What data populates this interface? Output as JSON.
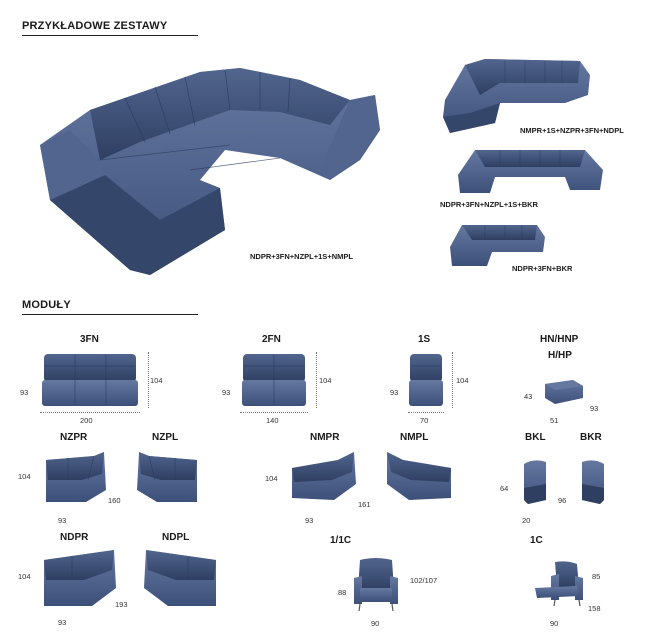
{
  "headings": {
    "sets": "PRZYKŁADOWE ZESTAWY",
    "modules": "MODUŁY"
  },
  "sets": {
    "main": "NDPR+3FN+NZPL+1S+NMPL",
    "set2": "NMPR+1S+NZPR+3FN+NDPL",
    "set3": "NDPR+3FN+NZPL+1S+BKR",
    "set4": "NDPR+3FN+BKR"
  },
  "modules": {
    "m3fn": {
      "code": "3FN",
      "depth": "93",
      "width": "200",
      "height": "104"
    },
    "m2fn": {
      "code": "2FN",
      "depth": "93",
      "width": "140",
      "height": "104"
    },
    "m1s": {
      "code": "1S",
      "depth": "93",
      "width": "70",
      "height": "104"
    },
    "hn": {
      "code": "HN/HNP",
      "code2": "H/HP",
      "height": "43",
      "width": "51",
      "depth": "93"
    },
    "nzpr": {
      "code": "NZPR"
    },
    "nzpl": {
      "code": "NZPL"
    },
    "nz_dims": {
      "height": "104",
      "width": "93",
      "diag": "160"
    },
    "nmpr": {
      "code": "NMPR"
    },
    "nmpl": {
      "code": "NMPL"
    },
    "nm_dims": {
      "height": "104",
      "width": "93",
      "diag": "161"
    },
    "bkl": {
      "code": "BKL"
    },
    "bkr": {
      "code": "BKR"
    },
    "bk_dims": {
      "height": "64",
      "width": "20",
      "depth": "96"
    },
    "ndpr": {
      "code": "NDPR"
    },
    "ndpl": {
      "code": "NDPL"
    },
    "nd_dims": {
      "height": "104",
      "width": "93",
      "diag": "193"
    },
    "m11c": {
      "code": "1/1C",
      "depth": "88",
      "width": "90",
      "height": "102/107"
    },
    "m1c": {
      "code": "1C",
      "height": "85",
      "width": "90",
      "depth": "158"
    }
  },
  "colors": {
    "upholstery": "#4a5f86",
    "upholstery_dark": "#34466a",
    "upholstery_light": "#6478a0"
  }
}
